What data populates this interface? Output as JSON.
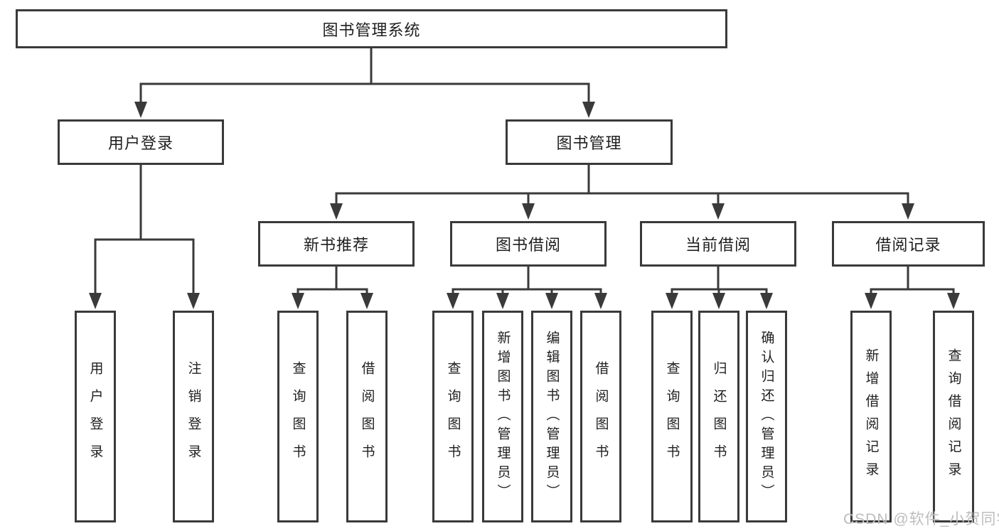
{
  "title_box": "图书管理系统",
  "branches": {
    "user_login": {
      "label": "用户登录",
      "children": [
        "用户登录",
        "注销登录"
      ]
    },
    "book_mgmt": {
      "label": "图书管理",
      "groups": [
        {
          "label": "新书推荐",
          "children": [
            "查询图书",
            "借阅图书"
          ]
        },
        {
          "label": "图书借阅",
          "children": [
            "查询图书",
            "新增图书（管理员）",
            "编辑图书（管理员）",
            "借阅图书"
          ]
        },
        {
          "label": "当前借阅",
          "children": [
            "查询图书",
            "归还图书",
            "确认归还（管理员）"
          ]
        },
        {
          "label": "借阅记录",
          "children": [
            "新增借阅记录",
            "查询借阅记录"
          ]
        }
      ]
    }
  },
  "watermark": "CSDN @软件_小贺同学",
  "colors": {
    "line": "#3a3a3a",
    "box_border": "#3a3a3a",
    "text": "#1f1f1f",
    "watermark": "#bdbdbd",
    "background": "#ffffff"
  }
}
